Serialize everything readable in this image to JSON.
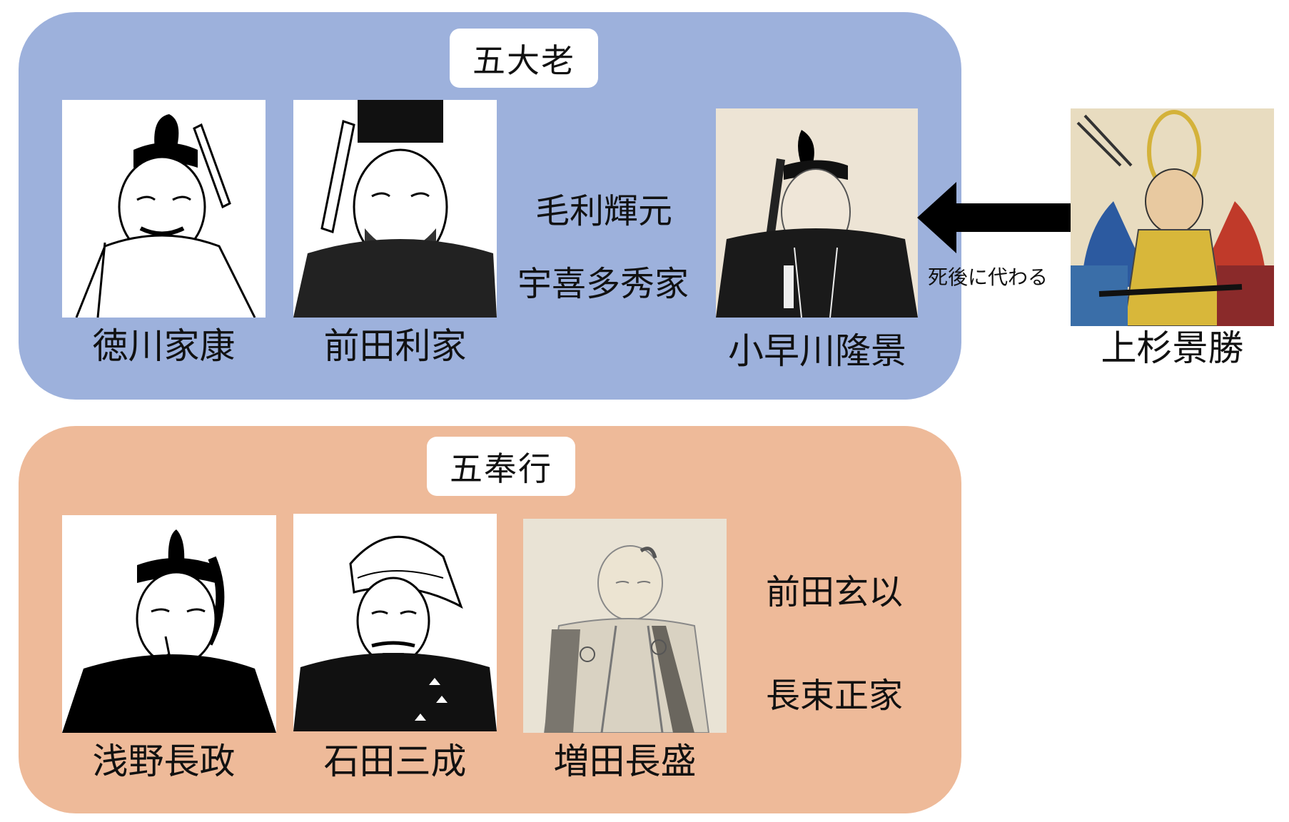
{
  "tairou": {
    "title": "五大老",
    "members": [
      {
        "name": "徳川家康"
      },
      {
        "name": "前田利家"
      },
      {
        "name": "毛利輝元"
      },
      {
        "name": "宇喜多秀家"
      },
      {
        "name": "小早川隆景"
      }
    ]
  },
  "replacement": {
    "name": "上杉景勝",
    "note": "死後に代わる"
  },
  "bugyou": {
    "title": "五奉行",
    "members": [
      {
        "name": "浅野長政"
      },
      {
        "name": "石田三成"
      },
      {
        "name": "増田長盛"
      },
      {
        "name": "前田玄以"
      },
      {
        "name": "長束正家"
      }
    ]
  },
  "colors": {
    "tairou_bg": "#9db1dc",
    "bugyou_bg": "#eeba99",
    "arrow": "#000000"
  }
}
